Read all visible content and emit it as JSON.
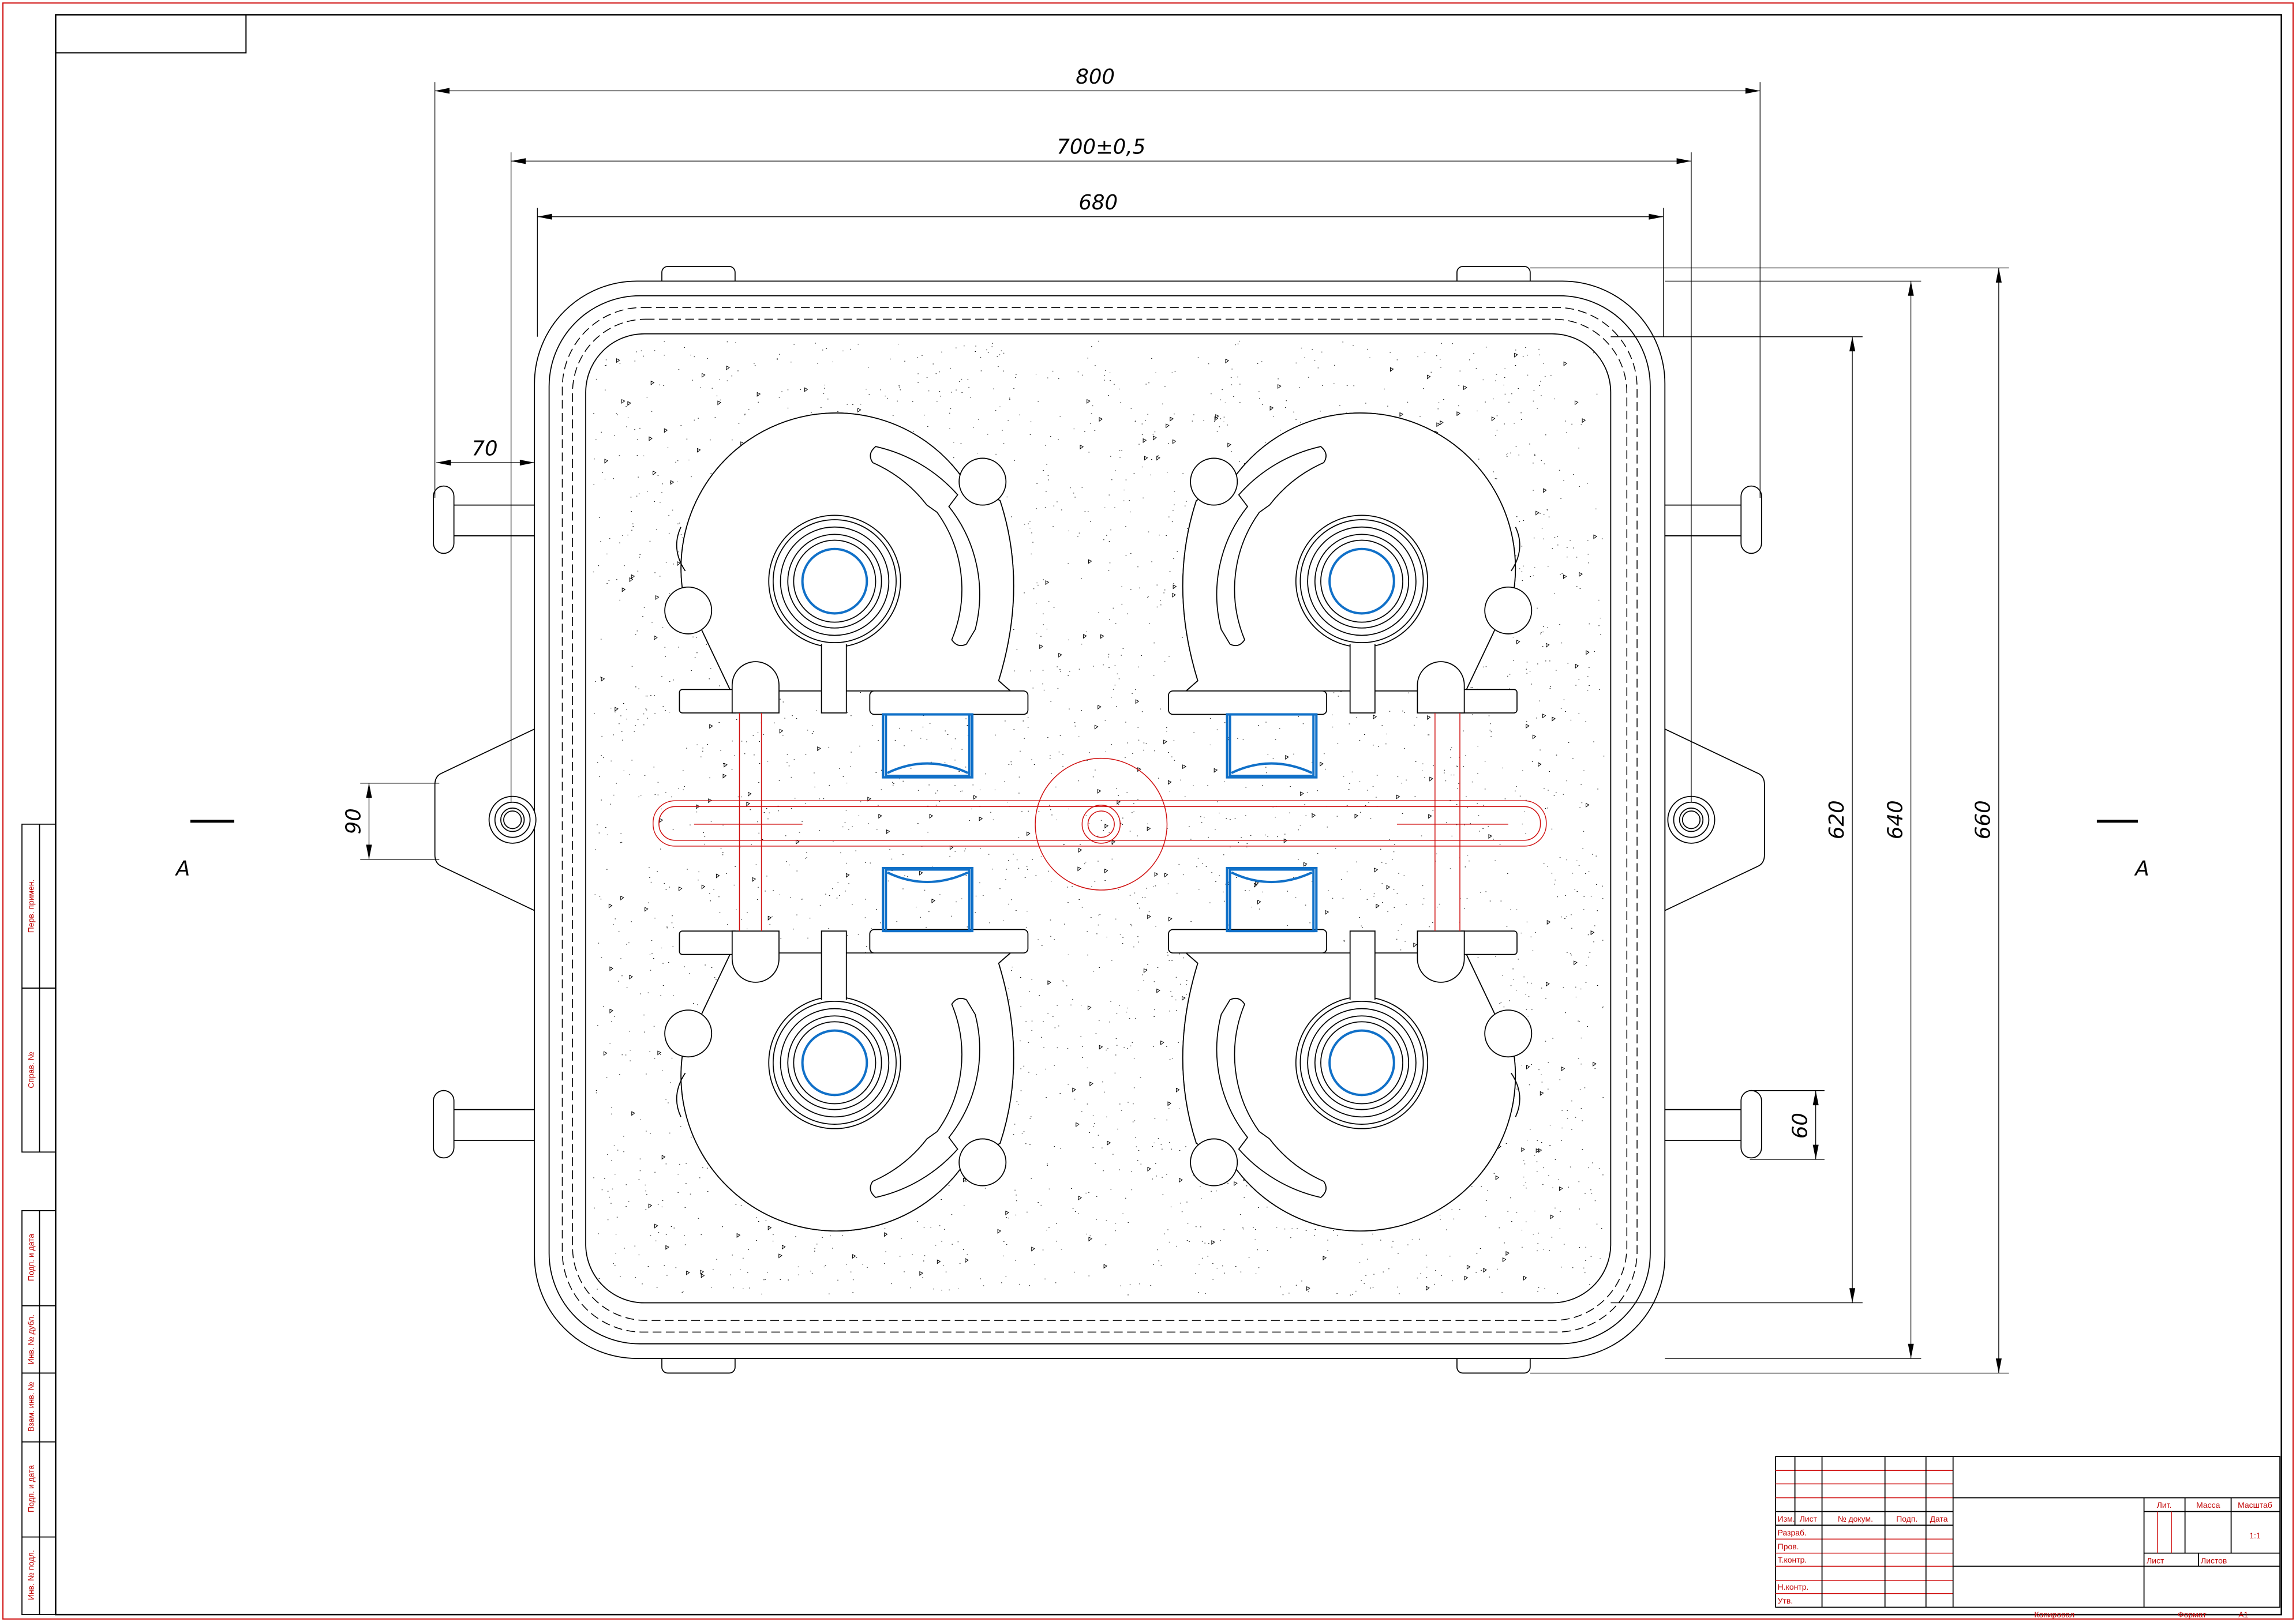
{
  "dimensions": {
    "d800": "800",
    "d700": "700±0,5",
    "d680": "680",
    "d70": "70",
    "d90": "90",
    "d620": "620",
    "d640": "640",
    "d660": "660",
    "d60": "60"
  },
  "section": {
    "left": "A",
    "right": "A"
  },
  "side_stamp": [
    "Перв. примен.",
    "Справ. №",
    "Подп. и дата",
    "Инв. № дубл.",
    "Взам. инв. №",
    "Подп. и дата",
    "Инв. № подл."
  ],
  "title_block": {
    "headers": [
      "Изм.",
      "Лист",
      "№ докум.",
      "Подп.",
      "Дата"
    ],
    "roles": [
      "Разраб.",
      "Пров.",
      "Т.контр.",
      "Н.контр.",
      "Утв."
    ],
    "lit_label": "Лит.",
    "mass_label": "Масса",
    "scale_label": "Масштаб",
    "scale": "1:1",
    "sheet_label": "Лист",
    "sheets_label": "Листов",
    "copied_label": "Копировал",
    "format_label": "Формат",
    "format": "A1"
  },
  "colors": {
    "outline": "#000000",
    "frame": "#d01010",
    "gating": "#d01010",
    "core": "#1070c8"
  }
}
